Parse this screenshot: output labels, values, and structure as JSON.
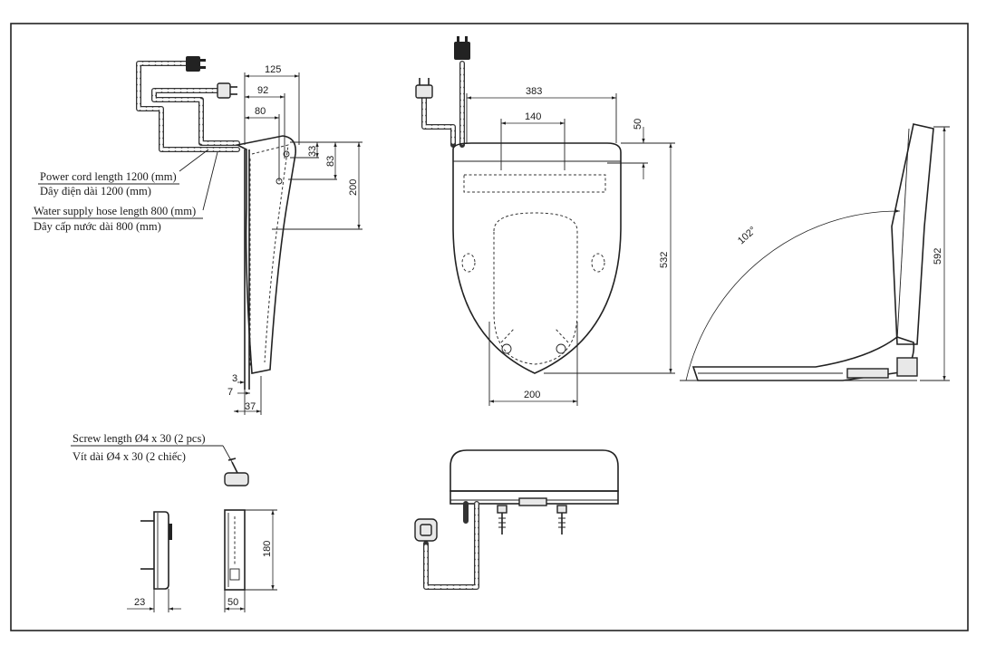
{
  "dimensions": {
    "side_125": "125",
    "side_92": "92",
    "side_80": "80",
    "side_33": "33",
    "side_83": "83",
    "side_200": "200",
    "side_3": "3",
    "side_7": "7",
    "side_37": "37",
    "top_383": "383",
    "top_140": "140",
    "top_50": "50",
    "top_532": "532",
    "top_200": "200",
    "profile_angle": "102°",
    "profile_592": "592",
    "bracket_180": "180",
    "bracket_23": "23",
    "bracket_50": "50"
  },
  "notes": {
    "power_cord_en": "Power cord length 1200 (mm)",
    "power_cord_vi": "Dây điện dài 1200 (mm)",
    "water_hose_en": "Water supply hose length 800 (mm)",
    "water_hose_vi": "Dây cấp nước dài 800 (mm)",
    "screw_en": "Screw length Ø4 x 30 (2 pcs)",
    "screw_vi": "Vít dài Ø4 x 30 (2 chiếc)"
  }
}
